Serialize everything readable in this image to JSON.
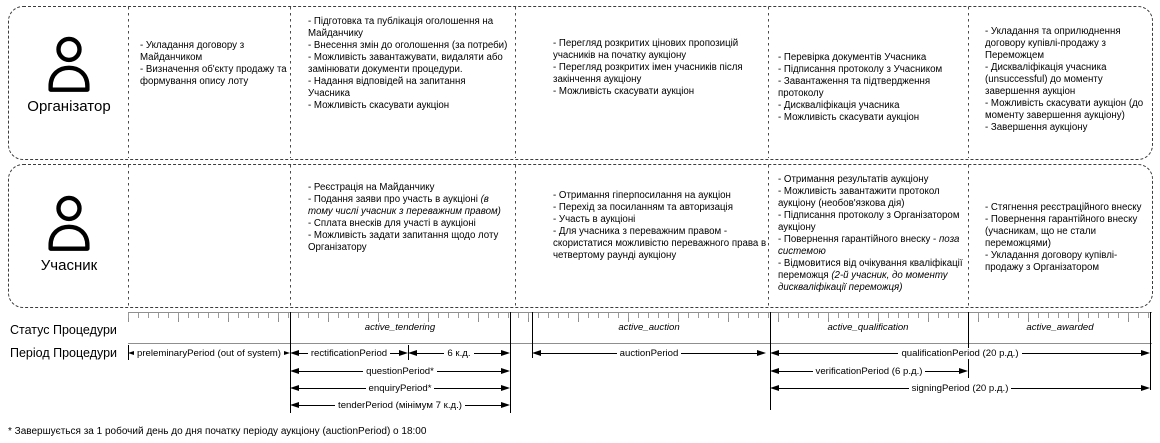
{
  "lanes": [
    {
      "label": "Організатор",
      "cells": [
        {
          "items": [
            [
              {
                "t": "- Укладання договору з Майданчиком"
              }
            ],
            [
              {
                "t": "- Визначення об'єкту продажу та формування опису лоту"
              }
            ]
          ]
        },
        {
          "items": [
            [
              {
                "t": "- Підготовка та публікація оголошення на Майданчику"
              }
            ],
            [
              {
                "t": "- Внесення змін до оголошення (за потреби)"
              }
            ],
            [
              {
                "t": "- Можливість завантажувати, видаляти або замінювати документи процедури."
              }
            ],
            [
              {
                "t": "- Надання відповідей на запитання Учасника"
              }
            ],
            [
              {
                "t": "- Можливість скасувати аукціон"
              }
            ]
          ]
        },
        {
          "items": [
            [
              {
                "t": "- Перегляд розкритих цінових пропозицій учасників на початку аукціону"
              }
            ],
            [
              {
                "t": "- Перегляд розкритих імен учасників після закінчення аукціону"
              }
            ],
            [
              {
                "t": "- Можливість скасувати аукціон"
              }
            ]
          ]
        },
        {
          "items": [
            [
              {
                "t": "- Перевірка документів Учасника"
              }
            ],
            [
              {
                "t": "- Підписання протоколу з Учасником"
              }
            ],
            [
              {
                "t": "- Завантаження та підтвердження протоколу"
              }
            ],
            [
              {
                "t": "- Дискваліфікація учасника"
              }
            ],
            [
              {
                "t": "- Можливість скасувати аукціон"
              }
            ]
          ]
        },
        {
          "items": [
            [
              {
                "t": "- Укладання та оприлюднення договору купівлі-продажу з Переможцем"
              }
            ],
            [
              {
                "t": "- Дискваліфікація учасника (unsuccessful) до моменту завершення аукціон"
              }
            ],
            [
              {
                "t": "- Можливість скасувати аукціон (до моменту завершення аукціону)"
              }
            ],
            [
              {
                "t": "- Завершення аукціону"
              }
            ]
          ]
        }
      ]
    },
    {
      "label": "Учасник",
      "cells": [
        {
          "items": []
        },
        {
          "items": [
            [
              {
                "t": "- Реєстрація на Майданчику"
              }
            ],
            [
              {
                "t": "- Подання заяви про участь в аукціоні "
              },
              {
                "t": "(в тому числі учасник з переважним правом)",
                "i": true
              }
            ],
            [
              {
                "t": "- Сплата внесків для участі в аукціоні"
              }
            ],
            [
              {
                "t": "- Можливість задати запитання щодо лоту Організатору"
              }
            ]
          ]
        },
        {
          "items": [
            [
              {
                "t": "- Отримання гіперпосилання на аукціон"
              }
            ],
            [
              {
                "t": "- Перехід за посиланням та авторизація"
              }
            ],
            [
              {
                "t": "- Участь в аукціоні"
              }
            ],
            [
              {
                "t": "- Для учасника з переважним правом - скористатися можливістю переважного права в четвертому раунді аукціону"
              }
            ]
          ]
        },
        {
          "items": [
            [
              {
                "t": "- Отримання результатів аукціону"
              }
            ],
            [
              {
                "t": "- Можливість завантажити протокол аукціону (необов'язкова дія)"
              }
            ],
            [
              {
                "t": "- Підписання протоколу з Організатором аукціону"
              }
            ],
            [
              {
                "t": "- Повернення гарантійного внеску - "
              },
              {
                "t": "поза системою",
                "i": true
              }
            ],
            [
              {
                "t": "- Відмовитися від очікування кваліфікації переможця "
              },
              {
                "t": "(2-й учасник, до моменту дискваліфікації переможця)",
                "i": true
              }
            ]
          ]
        },
        {
          "items": [
            [
              {
                "t": "- Стягнення реєстраційного внеску"
              }
            ],
            [
              {
                "t": "- Повернення гарантійного внеску (учасникам, що не стали переможцями)"
              }
            ],
            [
              {
                "t": "- Укладання договору купівлі-продажу з Організатором"
              }
            ]
          ]
        }
      ]
    }
  ],
  "timeline": {
    "status_label": "Статус Процедури",
    "period_label": "Період Процедури",
    "statuses": [
      {
        "label": "active_tendering"
      },
      {
        "label": "active_auction"
      },
      {
        "label": "active_qualification"
      },
      {
        "label": "active_awarded"
      }
    ],
    "arrows": [
      {
        "label": "preleminaryPeriod (out of system)"
      },
      {
        "label": "rectificationPeriod"
      },
      {
        "label": "6 к.д."
      },
      {
        "label": "auctionPeriod"
      },
      {
        "label": "qualificationPeriod (20 р.д.)"
      },
      {
        "label": "questionPeriod*"
      },
      {
        "label": "verificationPeriod (6 р.д.)"
      },
      {
        "label": "enquiryPeriod*"
      },
      {
        "label": "signingPeriod (20 р.д.)"
      },
      {
        "label": "tenderPeriod (мінімум 7 к.д.)"
      }
    ]
  },
  "footnote": "* Завершується за 1 робочий день до дня початку періоду аукціону (auctionPeriod) о 18:00"
}
